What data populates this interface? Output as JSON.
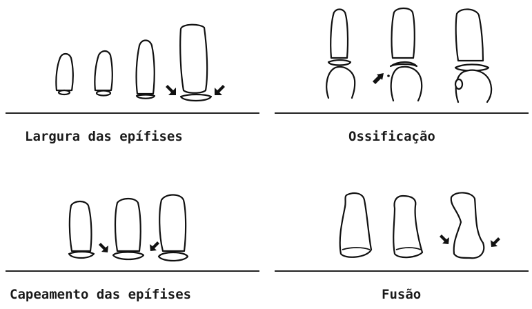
{
  "panels": [
    {
      "id": "epiphysis-width",
      "caption": "Largura das epífises"
    },
    {
      "id": "ossification",
      "caption": "Ossificação"
    },
    {
      "id": "epiphysis-capping",
      "caption": "Capeamento das epífises"
    },
    {
      "id": "fusion",
      "caption": "Fusão"
    }
  ],
  "colors": {
    "ink": "#111111",
    "background": "#ffffff"
  }
}
